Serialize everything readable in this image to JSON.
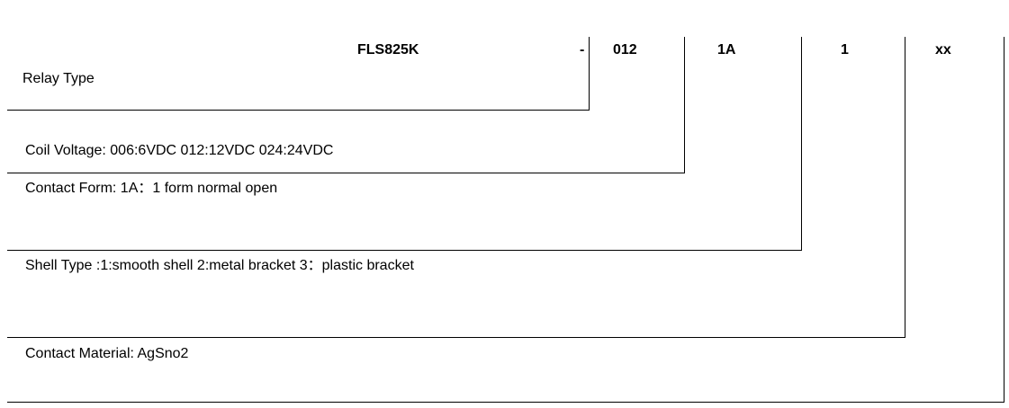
{
  "diagram": {
    "part_number": {
      "base": "FLS825K",
      "separator": "-",
      "coil_voltage_code": "012",
      "contact_form_code": "1A",
      "shell_type_code": "1",
      "contact_material_code": "xx"
    },
    "descriptions": {
      "relay_type": "Relay Type",
      "coil_voltage": "Coil Voltage: 006:6VDC 012:12VDC 024:24VDC",
      "contact_form": "Contact Form: 1A：1 form normal open",
      "shell_type": "Shell Type :1:smooth shell 2:metal bracket 3：plastic bracket",
      "contact_material": "Contact Material: AgSno2"
    },
    "colors": {
      "line": "#000000",
      "text": "#000000",
      "background": "#ffffff"
    }
  }
}
